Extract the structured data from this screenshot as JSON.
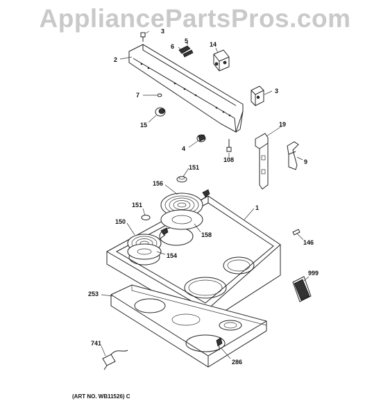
{
  "watermark": "AppliancePartsPros.com",
  "art_number": "(ART NO. WB11526) C",
  "callouts": [
    {
      "id": "c3a",
      "text": "3"
    },
    {
      "id": "c2",
      "text": "2"
    },
    {
      "id": "c5",
      "text": "5"
    },
    {
      "id": "c6",
      "text": "6"
    },
    {
      "id": "c14",
      "text": "14"
    },
    {
      "id": "c3b",
      "text": "3"
    },
    {
      "id": "c7",
      "text": "7"
    },
    {
      "id": "c15",
      "text": "15"
    },
    {
      "id": "c4",
      "text": "4"
    },
    {
      "id": "c108",
      "text": "108"
    },
    {
      "id": "c19",
      "text": "19"
    },
    {
      "id": "c9",
      "text": "9"
    },
    {
      "id": "c151a",
      "text": "151"
    },
    {
      "id": "c156",
      "text": "156"
    },
    {
      "id": "c1",
      "text": "1"
    },
    {
      "id": "c151b",
      "text": "151"
    },
    {
      "id": "c150",
      "text": "150"
    },
    {
      "id": "c158",
      "text": "158"
    },
    {
      "id": "c146",
      "text": "146"
    },
    {
      "id": "c154",
      "text": "154"
    },
    {
      "id": "c999",
      "text": "999"
    },
    {
      "id": "c253",
      "text": "253"
    },
    {
      "id": "c741",
      "text": "741"
    },
    {
      "id": "c286",
      "text": "286"
    }
  ]
}
